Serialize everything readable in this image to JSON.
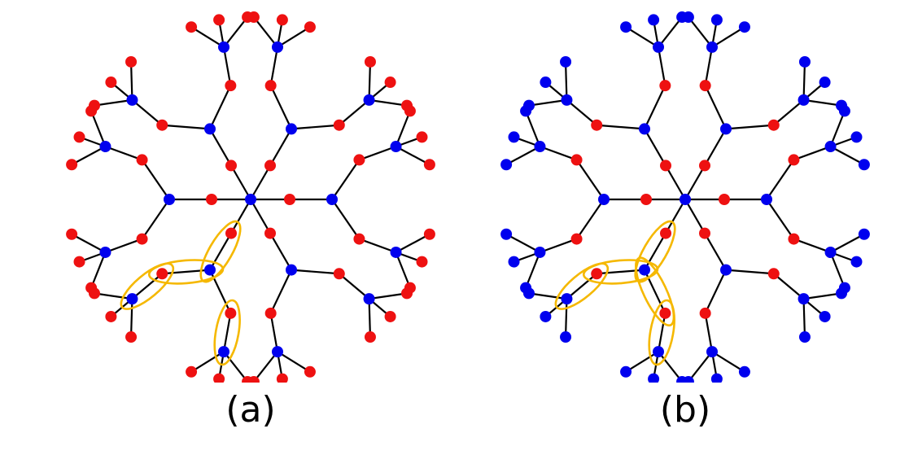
{
  "figure": {
    "panels": [
      {
        "id": "a",
        "label": "(a)",
        "center_color": "blue",
        "level1_color": "red",
        "level2_color": "blue",
        "level3_color": "red",
        "leaf_color": "red",
        "highlighted_pairs": 4
      },
      {
        "id": "b",
        "label": "(b)",
        "center_color": "blue",
        "level1_color": "red",
        "level2_color": "blue",
        "level3_color": "red",
        "leaf_color": "blue",
        "highlighted_pairs": 5
      }
    ],
    "colors": {
      "blue": "#0000ee",
      "red": "#ee1111",
      "edge": "#000000",
      "highlight": "#f5b800"
    }
  }
}
